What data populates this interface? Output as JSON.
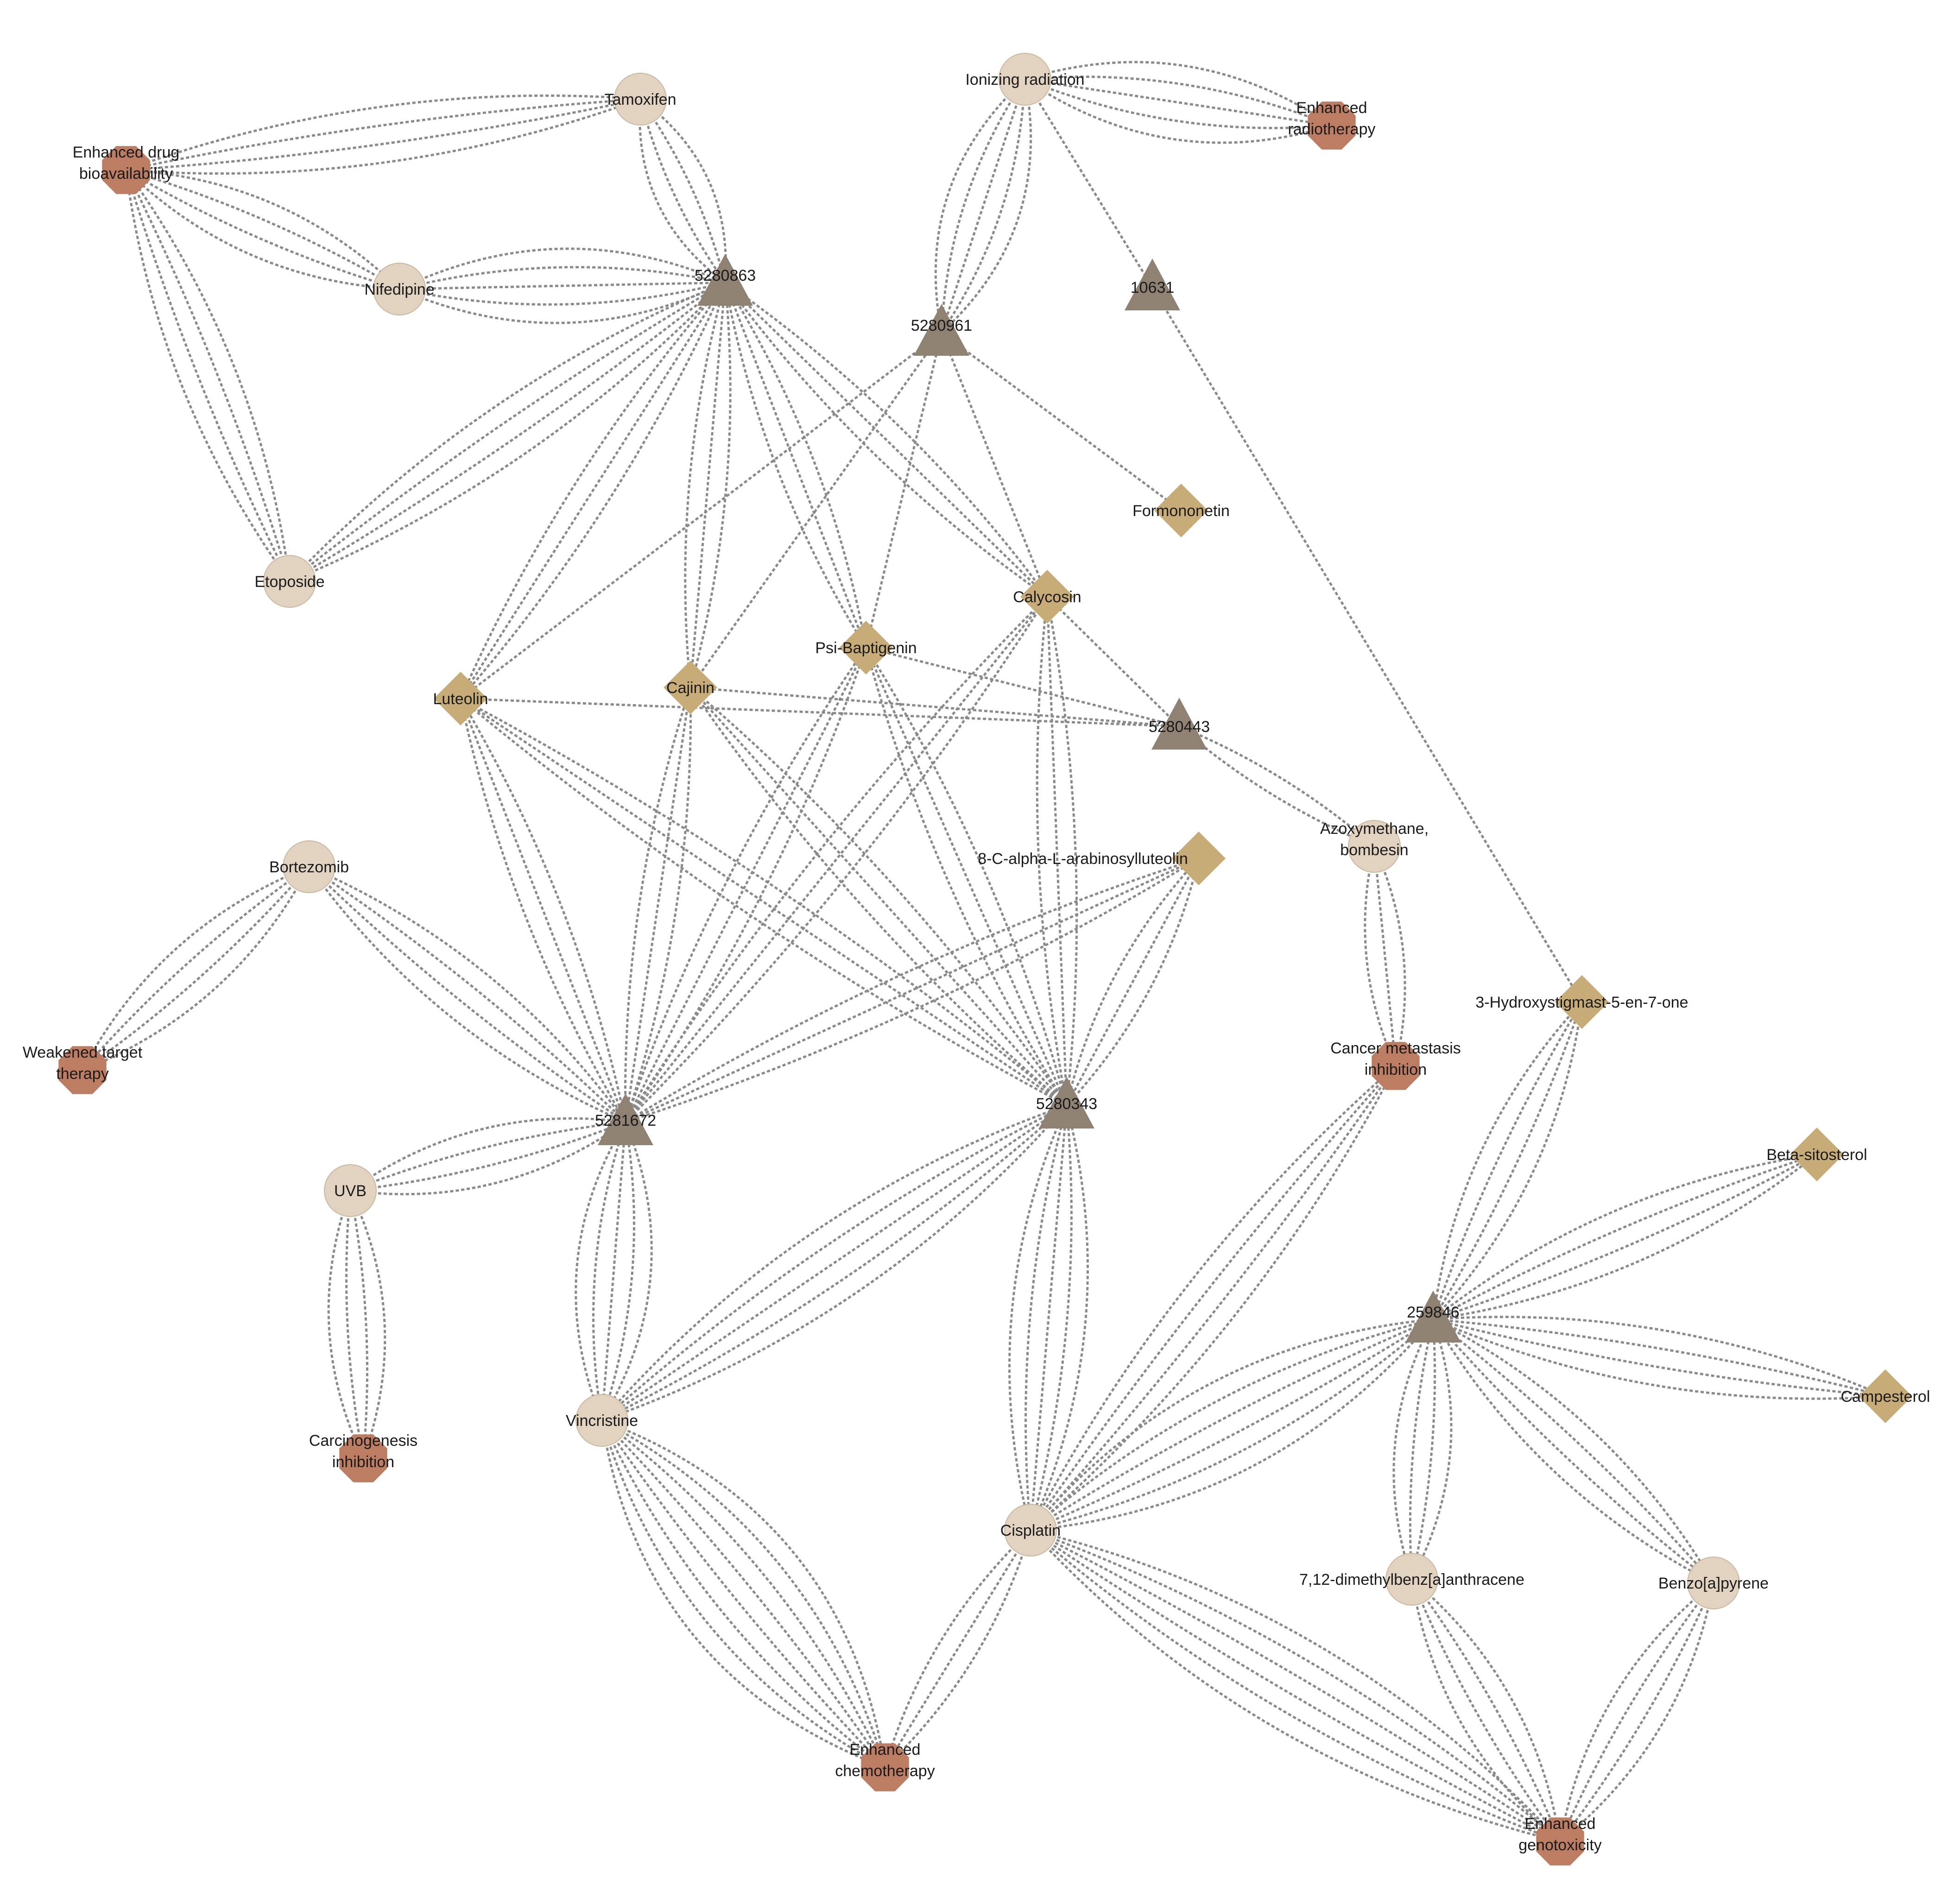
{
  "legend_colors": {
    "compound_node": "#8f8272",
    "herb_node": "#c7ac77",
    "drug_node": "#e1d3c0",
    "effect_node": "#bc7d63",
    "edge": "#8a8a8a"
  },
  "node_icons": {
    "compound_node": "triangle",
    "herb_node": "diamond",
    "drug_node": "circle",
    "effect_node": "octagon"
  },
  "nodes": [
    {
      "id": "tamoxifen",
      "type": "drug_node",
      "label": [
        "Tamoxifen"
      ]
    },
    {
      "id": "ionizing",
      "type": "drug_node",
      "label": [
        "Ionizing radiation"
      ]
    },
    {
      "id": "enh_radio",
      "type": "effect_node",
      "label": [
        "Enhanced",
        "radiotherapy"
      ]
    },
    {
      "id": "enh_bio",
      "type": "effect_node",
      "label": [
        "Enhanced drug",
        "bioavailability"
      ]
    },
    {
      "id": "nifedipine",
      "type": "drug_node",
      "label": [
        "Nifedipine"
      ]
    },
    {
      "id": "c5280863",
      "type": "compound_node",
      "label": [
        "5280863"
      ]
    },
    {
      "id": "c10631",
      "type": "compound_node",
      "label": [
        "10631"
      ]
    },
    {
      "id": "c5280961",
      "type": "compound_node",
      "label": [
        "5280961"
      ]
    },
    {
      "id": "formononetin",
      "type": "herb_node",
      "label": [
        "Formononetin"
      ]
    },
    {
      "id": "etoposide",
      "type": "drug_node",
      "label": [
        "Etoposide"
      ]
    },
    {
      "id": "calycosin",
      "type": "herb_node",
      "label": [
        "Calycosin"
      ]
    },
    {
      "id": "psi",
      "type": "herb_node",
      "label": [
        "Psi-Baptigenin"
      ]
    },
    {
      "id": "luteolin",
      "type": "herb_node",
      "label": [
        "Luteolin"
      ]
    },
    {
      "id": "cajinin",
      "type": "herb_node",
      "label": [
        "Cajinin"
      ]
    },
    {
      "id": "c5280443",
      "type": "compound_node",
      "label": [
        "5280443"
      ]
    },
    {
      "id": "azoxy",
      "type": "drug_node",
      "label": [
        "Azoxymethane,",
        "bombesin"
      ]
    },
    {
      "id": "arab",
      "type": "herb_node",
      "label": [
        "8-C-alpha-L-arabinosylluteolin"
      ]
    },
    {
      "id": "bortezomib",
      "type": "drug_node",
      "label": [
        "Bortezomib"
      ]
    },
    {
      "id": "hydroxy",
      "type": "herb_node",
      "label": [
        "3-Hydroxystigmast-5-en-7-one"
      ]
    },
    {
      "id": "weakened",
      "type": "effect_node",
      "label": [
        "Weakened target",
        "therapy"
      ]
    },
    {
      "id": "metastasis",
      "type": "effect_node",
      "label": [
        "Cancer metastasis",
        "inhibition"
      ]
    },
    {
      "id": "c5281672",
      "type": "compound_node",
      "label": [
        "5281672"
      ]
    },
    {
      "id": "c5280343",
      "type": "compound_node",
      "label": [
        "5280343"
      ]
    },
    {
      "id": "betasito",
      "type": "herb_node",
      "label": [
        "Beta-sitosterol"
      ]
    },
    {
      "id": "uvb",
      "type": "drug_node",
      "label": [
        "UVB"
      ]
    },
    {
      "id": "c259846",
      "type": "compound_node",
      "label": [
        "259846"
      ]
    },
    {
      "id": "campesterol",
      "type": "herb_node",
      "label": [
        "Campesterol"
      ]
    },
    {
      "id": "carcino",
      "type": "effect_node",
      "label": [
        "Carcinogenesis",
        "inhibition"
      ]
    },
    {
      "id": "vincristine",
      "type": "drug_node",
      "label": [
        "Vincristine"
      ]
    },
    {
      "id": "cisplatin",
      "type": "drug_node",
      "label": [
        "Cisplatin"
      ]
    },
    {
      "id": "dmba",
      "type": "drug_node",
      "label": [
        "7,12-dimethylbenz[a]anthracene"
      ]
    },
    {
      "id": "benzo",
      "type": "drug_node",
      "label": [
        "Benzo[a]pyrene"
      ]
    },
    {
      "id": "enh_chemo",
      "type": "effect_node",
      "label": [
        "Enhanced",
        "chemotherapy"
      ]
    },
    {
      "id": "enh_geno",
      "type": "effect_node",
      "label": [
        "Enhanced",
        "genotoxicity"
      ]
    }
  ],
  "edges": [
    {
      "from": "enh_bio",
      "to": "tamoxifen",
      "count": 4
    },
    {
      "from": "enh_bio",
      "to": "nifedipine",
      "count": 4
    },
    {
      "from": "enh_bio",
      "to": "etoposide",
      "count": 4
    },
    {
      "from": "tamoxifen",
      "to": "c5280863",
      "count": 4
    },
    {
      "from": "nifedipine",
      "to": "c5280863",
      "count": 5
    },
    {
      "from": "etoposide",
      "to": "c5280863",
      "count": 4
    },
    {
      "from": "ionizing",
      "to": "enh_radio",
      "count": 5
    },
    {
      "from": "ionizing",
      "to": "c5280961",
      "count": 5
    },
    {
      "from": "ionizing",
      "to": "c10631",
      "count": 1
    },
    {
      "from": "c10631",
      "to": "hydroxy",
      "count": 1
    },
    {
      "from": "c5280961",
      "to": "formononetin",
      "count": 1
    },
    {
      "from": "c5280961",
      "to": "luteolin",
      "count": 1
    },
    {
      "from": "c5280961",
      "to": "cajinin",
      "count": 1
    },
    {
      "from": "c5280961",
      "to": "psi",
      "count": 1
    },
    {
      "from": "c5280961",
      "to": "calycosin",
      "count": 1
    },
    {
      "from": "c5280863",
      "to": "luteolin",
      "count": 3
    },
    {
      "from": "c5280863",
      "to": "cajinin",
      "count": 3
    },
    {
      "from": "c5280863",
      "to": "psi",
      "count": 3
    },
    {
      "from": "c5280863",
      "to": "calycosin",
      "count": 3
    },
    {
      "from": "luteolin",
      "to": "c5280443",
      "count": 1
    },
    {
      "from": "cajinin",
      "to": "c5280443",
      "count": 1
    },
    {
      "from": "psi",
      "to": "c5280443",
      "count": 1
    },
    {
      "from": "calycosin",
      "to": "c5280443",
      "count": 1
    },
    {
      "from": "c5280443",
      "to": "azoxy",
      "count": 2
    },
    {
      "from": "azoxy",
      "to": "metastasis",
      "count": 3
    },
    {
      "from": "c5281672",
      "to": "luteolin",
      "count": 3
    },
    {
      "from": "c5281672",
      "to": "cajinin",
      "count": 3
    },
    {
      "from": "c5281672",
      "to": "psi",
      "count": 3
    },
    {
      "from": "c5281672",
      "to": "calycosin",
      "count": 3
    },
    {
      "from": "c5281672",
      "to": "arab",
      "count": 3
    },
    {
      "from": "c5280343",
      "to": "luteolin",
      "count": 3
    },
    {
      "from": "c5280343",
      "to": "cajinin",
      "count": 3
    },
    {
      "from": "c5280343",
      "to": "psi",
      "count": 3
    },
    {
      "from": "c5280343",
      "to": "calycosin",
      "count": 3
    },
    {
      "from": "c5280343",
      "to": "arab",
      "count": 3
    },
    {
      "from": "bortezomib",
      "to": "weakened",
      "count": 4
    },
    {
      "from": "bortezomib",
      "to": "c5281672",
      "count": 4
    },
    {
      "from": "uvb",
      "to": "c5281672",
      "count": 4
    },
    {
      "from": "uvb",
      "to": "carcino",
      "count": 4
    },
    {
      "from": "c5281672",
      "to": "vincristine",
      "count": 5
    },
    {
      "from": "c5280343",
      "to": "vincristine",
      "count": 5
    },
    {
      "from": "c5280343",
      "to": "cisplatin",
      "count": 5
    },
    {
      "from": "vincristine",
      "to": "enh_chemo",
      "count": 8
    },
    {
      "from": "cisplatin",
      "to": "enh_chemo",
      "count": 3
    },
    {
      "from": "cisplatin",
      "to": "metastasis",
      "count": 4
    },
    {
      "from": "cisplatin",
      "to": "c259846",
      "count": 6
    },
    {
      "from": "cisplatin",
      "to": "enh_geno",
      "count": 6
    },
    {
      "from": "c259846",
      "to": "hydroxy",
      "count": 4
    },
    {
      "from": "c259846",
      "to": "betasito",
      "count": 4
    },
    {
      "from": "c259846",
      "to": "campesterol",
      "count": 4
    },
    {
      "from": "c259846",
      "to": "dmba",
      "count": 4
    },
    {
      "from": "c259846",
      "to": "benzo",
      "count": 4
    },
    {
      "from": "dmba",
      "to": "enh_geno",
      "count": 4
    },
    {
      "from": "benzo",
      "to": "enh_geno",
      "count": 4
    }
  ]
}
